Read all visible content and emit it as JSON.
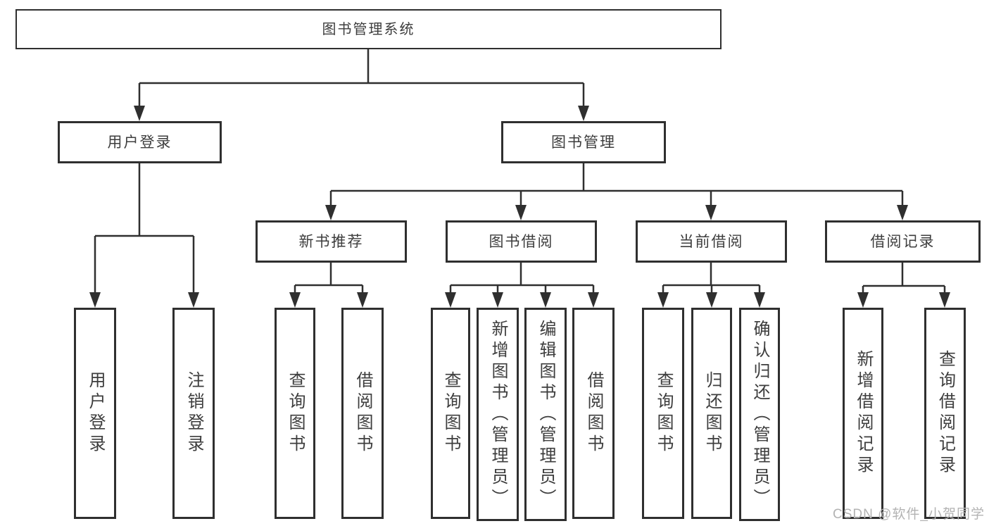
{
  "diagram": {
    "root_label": "图书管理系统",
    "user_branch": {
      "label": "用户登录",
      "children": [
        "用户登录",
        "注销登录"
      ]
    },
    "book_branch": {
      "label": "图书管理",
      "sections": [
        {
          "label": "新书推荐",
          "children": [
            "查询图书",
            "借阅图书"
          ]
        },
        {
          "label": "图书借阅",
          "children": [
            "查询图书",
            "新增图书（管理员）",
            "编辑图书（管理员）",
            "借阅图书"
          ]
        },
        {
          "label": "当前借阅",
          "children": [
            "查询图书",
            "归还图书",
            "确认归还（管理员）"
          ]
        },
        {
          "label": "借阅记录",
          "children": [
            "新增借阅记录",
            "查询借阅记录"
          ]
        }
      ]
    }
  },
  "watermark": "CSDN @软件_小贺同学",
  "colors": {
    "line": "#2f2f2f",
    "box_border": "#2f2f2f",
    "text": "#3d3d3d",
    "watermark": "#b3b3b3",
    "background": "#ffffff"
  }
}
